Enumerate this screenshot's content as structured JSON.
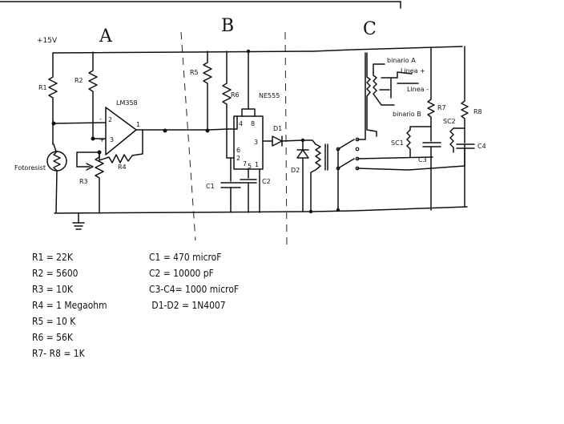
{
  "sections": {
    "a": "A",
    "b": "B",
    "c": "C"
  },
  "supply": "+15V",
  "components": {
    "r1": "R1",
    "r2": "R2",
    "r3": "R3",
    "r4": "R4",
    "r5": "R5",
    "r6": "R6",
    "r7": "R7",
    "r8": "R8",
    "opamp": "LM358",
    "timer": "NE555",
    "d1": "D1",
    "d2": "D2",
    "c1": "C1",
    "c2": "C2",
    "c3": "C3",
    "c4": "C4",
    "sc1": "SC1",
    "sc2": "SC2",
    "photoresistor": "Fotoresist",
    "binario_a": "binario A",
    "binario_b": "binario B",
    "linea_plus": "Linea +",
    "linea_minus": "Linea  -"
  },
  "pins": {
    "op_2": "2",
    "op_3": "3",
    "op_1": "1",
    "op_minus": "-",
    "op_plus": "+",
    "ne_4": "4",
    "ne_8": "8",
    "ne_6": "6",
    "ne_2": "2",
    "ne_3": "3",
    "ne_7": "7",
    "ne_5": "5",
    "ne_1": "1"
  },
  "legend": {
    "left": [
      "R1 = 22K",
      "R2 = 5600",
      "R3 = 10K",
      "R4 = 1 Megaohm",
      "R5 = 10 K",
      "R6 = 56K",
      "R7- R8 = 1K"
    ],
    "right": [
      "C1 = 470 microF",
      "C2 = 10000 pF",
      "C3-C4= 1000 microF",
      " D1-D2 = 1N4007"
    ]
  }
}
